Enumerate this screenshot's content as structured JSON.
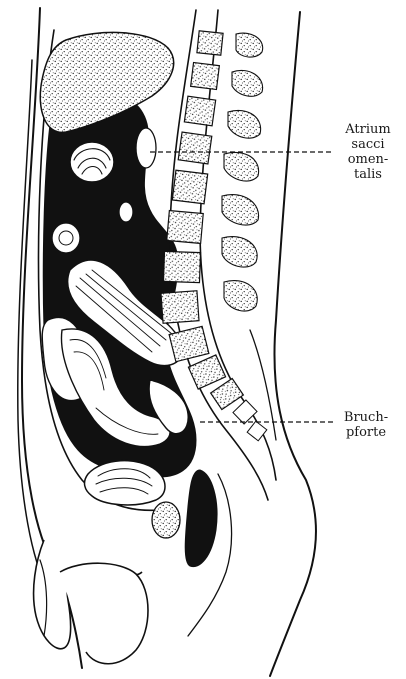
{
  "labels": {
    "atrium": [
      "Atrium",
      "sacci",
      "omen-",
      "talis"
    ],
    "bruch": [
      "Bruch-",
      "pforte"
    ]
  }
}
